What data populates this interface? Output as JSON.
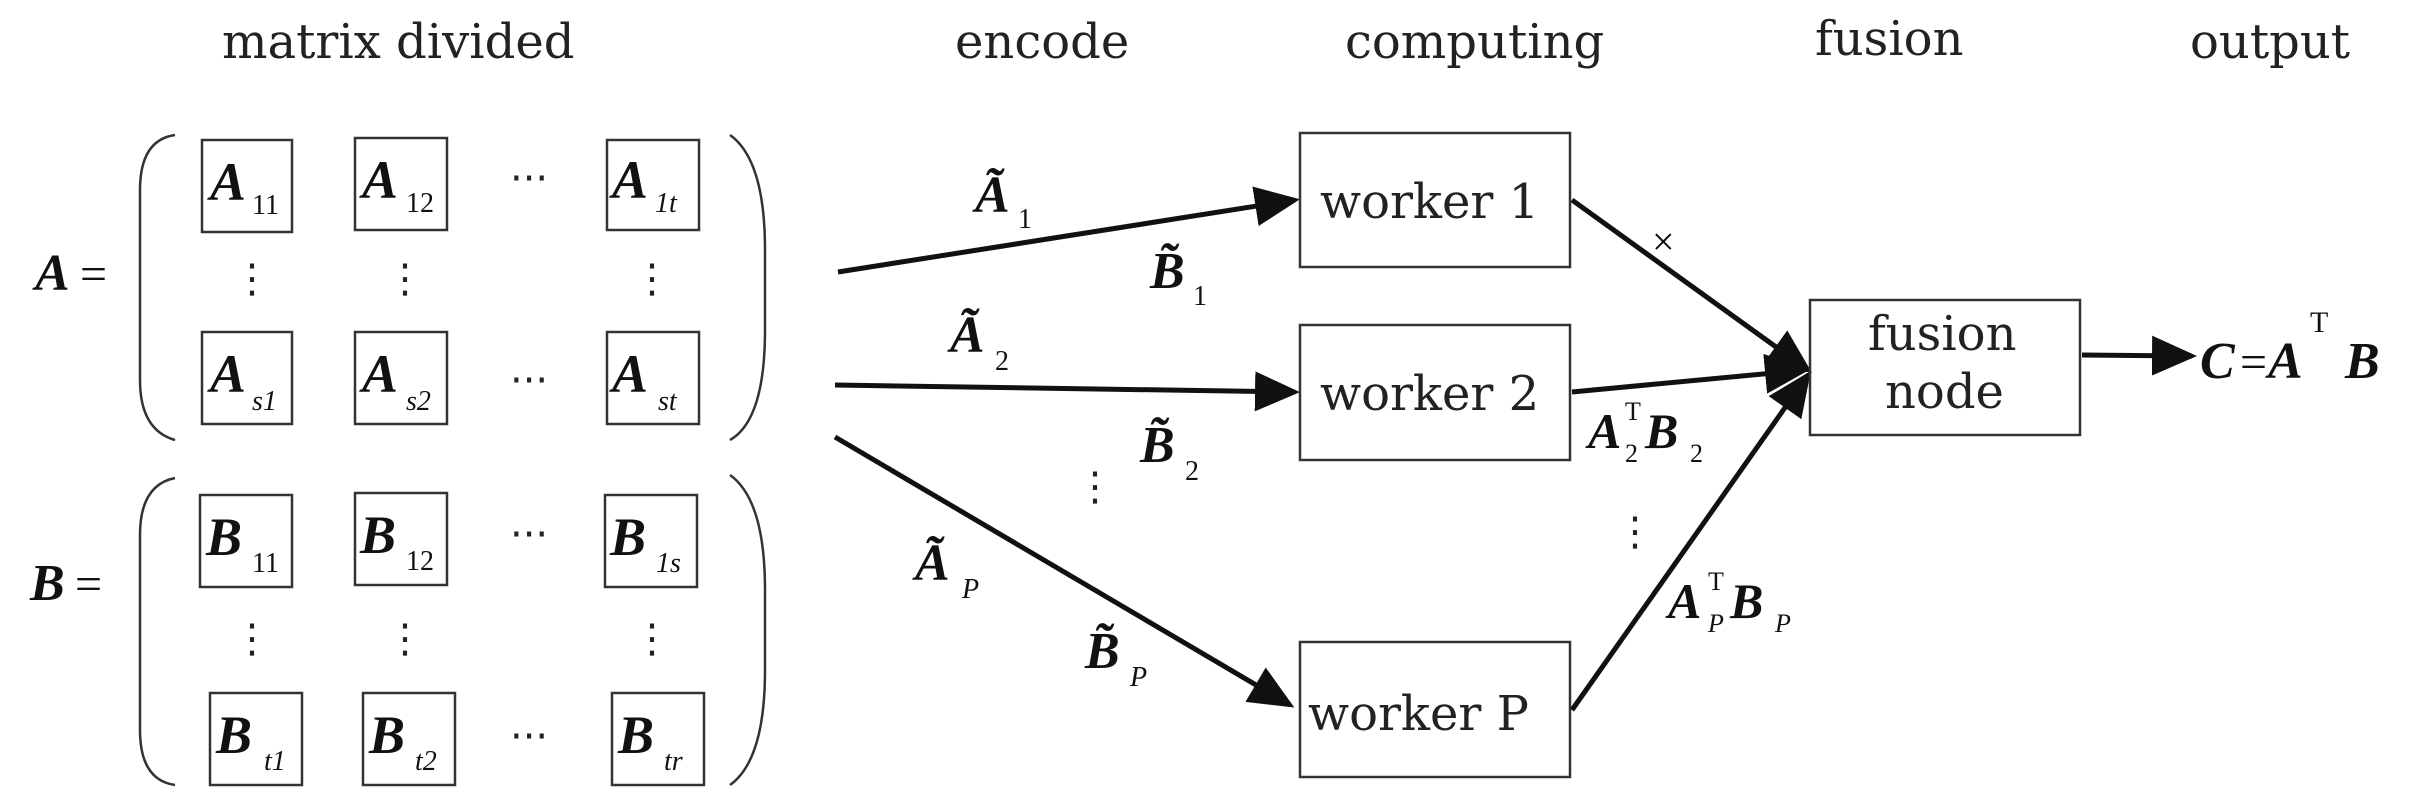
{
  "headers": {
    "matrix_divided": "matrix divided",
    "encode": "encode",
    "computing": "computing",
    "fusion": "fusion",
    "output": "output"
  },
  "matrix_a": {
    "name": "A",
    "equals": "=",
    "cells": [
      {
        "base": "A",
        "sub": "11"
      },
      {
        "base": "A",
        "sub": "12"
      },
      {
        "base": "A",
        "sub": "1t"
      },
      {
        "base": "A",
        "sub": "s1"
      },
      {
        "base": "A",
        "sub": "s2"
      },
      {
        "base": "A",
        "sub": "st"
      }
    ]
  },
  "matrix_b": {
    "name": "B",
    "equals": "=",
    "cells": [
      {
        "base": "B",
        "sub": "11"
      },
      {
        "base": "B",
        "sub": "12"
      },
      {
        "base": "B",
        "sub": "1s"
      },
      {
        "base": "B",
        "sub": "t1"
      },
      {
        "base": "B",
        "sub": "t2"
      },
      {
        "base": "B",
        "sub": "tr"
      }
    ]
  },
  "dots_h": "···",
  "dots_v": "⋮",
  "workers": [
    "worker 1",
    "worker 2",
    "worker P"
  ],
  "fusion_node": [
    "fusion",
    "node"
  ],
  "encoded_labels": [
    {
      "base": "Ã",
      "sub": "1"
    },
    {
      "base": "B̃",
      "sub": "1"
    },
    {
      "base": "Ã",
      "sub": "2"
    },
    {
      "base": "B̃",
      "sub": "2"
    },
    {
      "base": "Ã",
      "sub": "P"
    },
    {
      "base": "B̃",
      "sub": "P"
    }
  ],
  "products": [
    {
      "a": "A",
      "a_sub": "2",
      "sup": "T",
      "b": "B",
      "b_sub": "2"
    },
    {
      "a": "A",
      "a_sub": "P",
      "sup": "T",
      "b": "B",
      "b_sub": "P"
    }
  ],
  "times": "×",
  "output_eq": {
    "c": "C",
    "eq": "=",
    "a": "A",
    "sup": "T",
    "b": "B"
  }
}
